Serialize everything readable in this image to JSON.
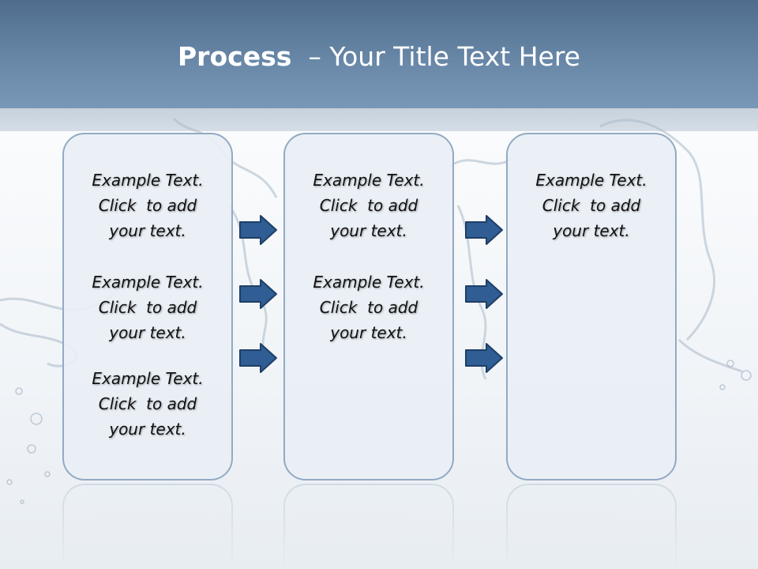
{
  "title": {
    "bold": "Process",
    "rest": "  – Your Title Text Here"
  },
  "columns": [
    {
      "items": [
        {
          "line1": "Example Text.",
          "line2": "Click  to add",
          "line3": "your text."
        },
        {
          "line1": "Example Text.",
          "line2": "Click  to add",
          "line3": "your text."
        },
        {
          "line1": "Example Text.",
          "line2": "Click  to add",
          "line3": "your text."
        }
      ]
    },
    {
      "items": [
        {
          "line1": "Example Text.",
          "line2": "Click  to add",
          "line3": "your text."
        },
        {
          "line1": "Example Text.",
          "line2": "Click  to add",
          "line3": "your text."
        }
      ]
    },
    {
      "items": [
        {
          "line1": "Example Text.",
          "line2": "Click  to add",
          "line3": "your text."
        }
      ]
    }
  ],
  "colors": {
    "header": "#5e7d9d",
    "arrow_fill": "#2f5d94",
    "arrow_stroke": "#1f3f66",
    "box_border": "#92aac3"
  },
  "icons": {
    "arrow": "right-arrow-icon"
  }
}
